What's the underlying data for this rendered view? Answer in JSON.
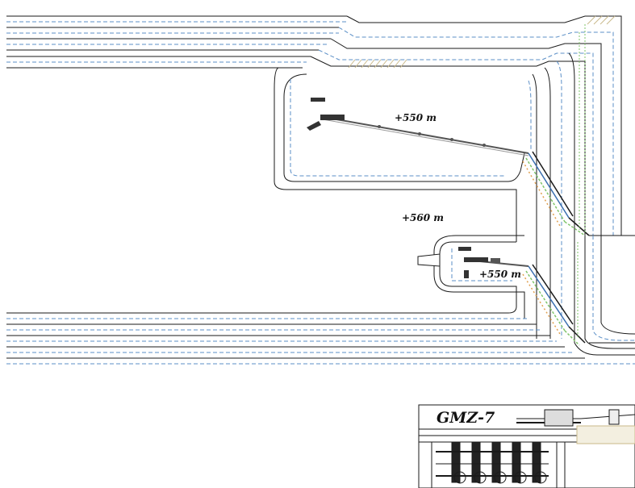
{
  "labels": {
    "upper_bench": "+550 m",
    "middle_bench": "+560 m",
    "lower_bench": "+550 m"
  },
  "plant_title": "GMZ-7",
  "colors": {
    "line": "#1a1a1a",
    "dashed_blue": "#5b8fc7",
    "slope_green": "#7fc46a",
    "slope_orange": "#e0a050",
    "hatch_tan": "#c9b98a"
  }
}
